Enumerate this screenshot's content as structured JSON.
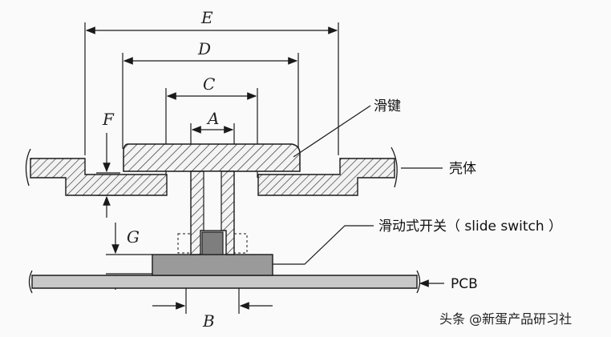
{
  "dimensions": {
    "E": "E",
    "D": "D",
    "C": "C",
    "A": "A",
    "F": "F",
    "G": "G",
    "B": "B"
  },
  "callouts": {
    "slide_key": "滑键",
    "housing": "壳体",
    "slide_switch": "滑动式开关（ slide switch ）",
    "pcb": "PCB"
  },
  "watermark": "头条 @新蛋产品研习社",
  "colors": {
    "line": "#1a1a1a",
    "hatch": "#333333",
    "switch_body": "#9a9a9a",
    "pcb_fill": "#c8c8c8",
    "background": "#fafafa"
  }
}
